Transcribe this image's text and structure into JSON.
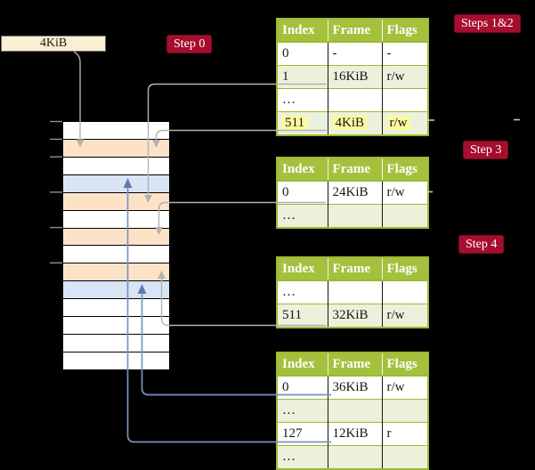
{
  "colors": {
    "background": "#000000",
    "badge": "#A60E2E",
    "table_header_green": "#A4C13D",
    "table_border_green": "#9CBA33",
    "table_alt_row_green": "#ECF1DC",
    "highlight_yellow": "#FEF9A0",
    "frame_box_cream": "#FAEFD2",
    "memory_page_table_peach": "#FCE3C8",
    "memory_data_page_blue": "#D9E4F5",
    "arrow_gray": "#B2B2B2",
    "arrow_blue": "#7A93C2"
  },
  "labels": {
    "frame_box": "4KiB",
    "step0": "Step 0",
    "steps12": "Steps 1&2",
    "step3": "Step 3",
    "step4": "Step 4"
  },
  "tables": [
    {
      "name": "page-table-root",
      "headers": [
        "Index",
        "Frame",
        "Flags"
      ],
      "rows": [
        {
          "cells": [
            "0",
            "-",
            "-"
          ],
          "alt": false,
          "highlight": false
        },
        {
          "cells": [
            "1",
            "16KiB",
            "r/w"
          ],
          "alt": true,
          "highlight": false
        },
        {
          "cells": [
            "…",
            "",
            ""
          ],
          "alt": false,
          "highlight": false
        },
        {
          "cells": [
            "511",
            "4KiB",
            "r/w"
          ],
          "alt": true,
          "highlight": true
        }
      ]
    },
    {
      "name": "page-table-step3",
      "headers": [
        "Index",
        "Frame",
        "Flags"
      ],
      "rows": [
        {
          "cells": [
            "0",
            "24KiB",
            "r/w"
          ],
          "alt": false,
          "highlight": false
        },
        {
          "cells": [
            "…",
            "",
            ""
          ],
          "alt": true,
          "highlight": false
        }
      ]
    },
    {
      "name": "page-table-step4",
      "headers": [
        "Index",
        "Frame",
        "Flags"
      ],
      "rows": [
        {
          "cells": [
            "…",
            "",
            ""
          ],
          "alt": false,
          "highlight": false
        },
        {
          "cells": [
            "511",
            "32KiB",
            "r/w"
          ],
          "alt": true,
          "highlight": false
        }
      ]
    },
    {
      "name": "page-table-leaf",
      "headers": [
        "Index",
        "Frame",
        "Flags"
      ],
      "rows": [
        {
          "cells": [
            "0",
            "36KiB",
            "r/w"
          ],
          "alt": false,
          "highlight": false
        },
        {
          "cells": [
            "…",
            "",
            ""
          ],
          "alt": true,
          "highlight": false
        },
        {
          "cells": [
            "127",
            "12KiB",
            "r"
          ],
          "alt": false,
          "highlight": false
        },
        {
          "cells": [
            "…",
            "",
            ""
          ],
          "alt": true,
          "highlight": false
        }
      ]
    }
  ],
  "memory": {
    "rows": [
      {
        "kind": "free"
      },
      {
        "kind": "page-table"
      },
      {
        "kind": "free"
      },
      {
        "kind": "data-page"
      },
      {
        "kind": "page-table"
      },
      {
        "kind": "free"
      },
      {
        "kind": "page-table"
      },
      {
        "kind": "free"
      },
      {
        "kind": "page-table"
      },
      {
        "kind": "data-page"
      },
      {
        "kind": "free"
      },
      {
        "kind": "free"
      },
      {
        "kind": "free"
      },
      {
        "kind": "free"
      }
    ]
  }
}
